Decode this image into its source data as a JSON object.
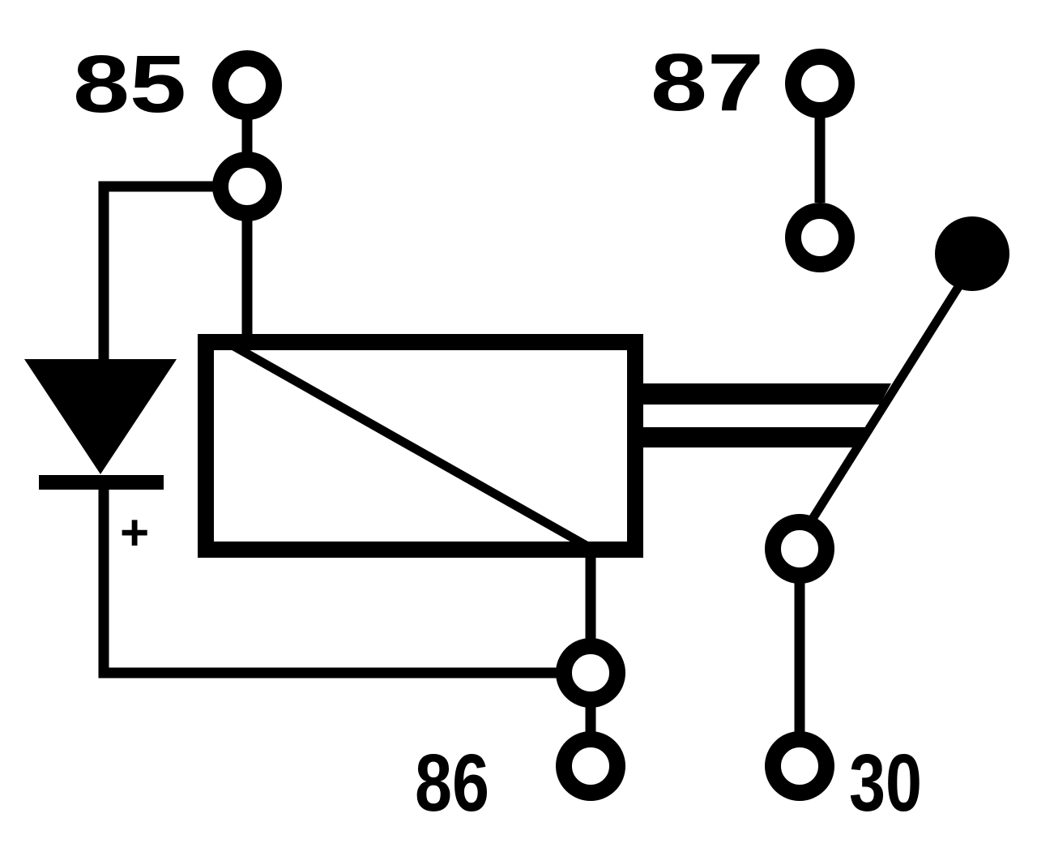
{
  "diagram": {
    "type": "relay-schematic",
    "description": "Automotive relay with suppression diode and changeover contact",
    "colors": {
      "ink": "#000000",
      "background": "#ffffff"
    },
    "terminals": [
      {
        "id": "85",
        "label": "85"
      },
      {
        "id": "86",
        "label": "86"
      },
      {
        "id": "87",
        "label": "87"
      },
      {
        "id": "30",
        "label": "30"
      }
    ],
    "diode": {
      "polarity_label": "+"
    },
    "components": [
      "relay-coil",
      "diode",
      "switch-contact",
      "common-contact-dot"
    ]
  }
}
